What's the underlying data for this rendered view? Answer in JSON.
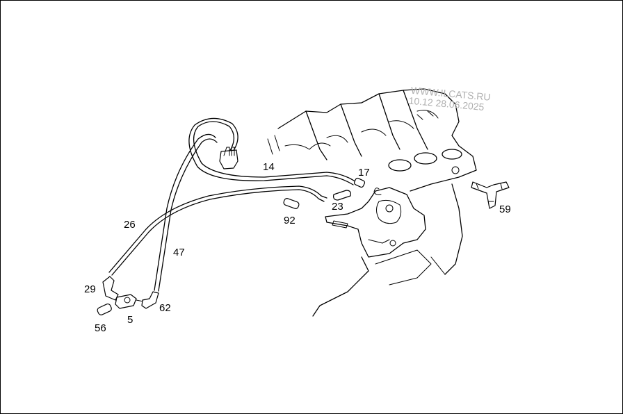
{
  "watermark": {
    "line1": "WWW.ILCATS.RU",
    "line2": "10.12 28.06.2025"
  },
  "callouts": {
    "c14": "14",
    "c17": "17",
    "c23": "23",
    "c92": "92",
    "c59": "59",
    "c26": "26",
    "c47": "47",
    "c29": "29",
    "c5": "5",
    "c62": "62",
    "c56": "56"
  },
  "colors": {
    "line": "#000000",
    "background": "#ffffff",
    "watermark": "#b0b0b0"
  }
}
